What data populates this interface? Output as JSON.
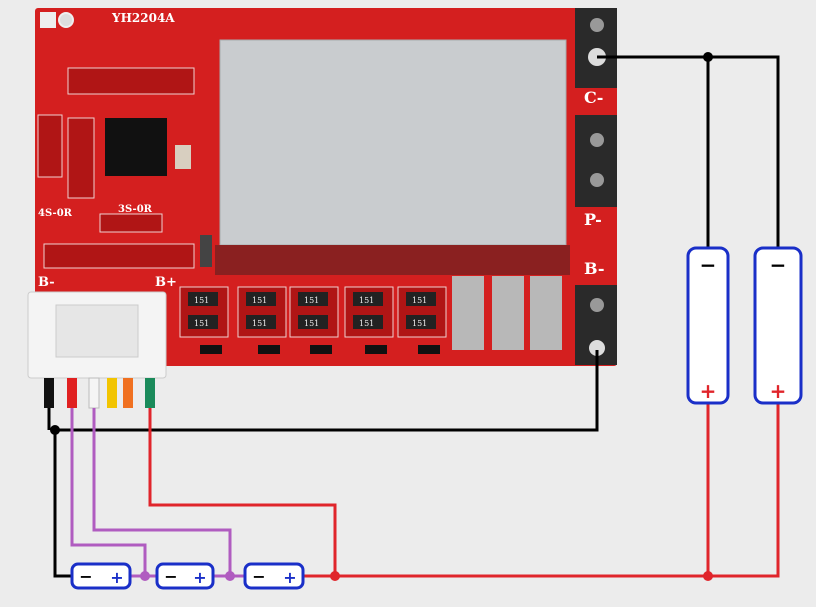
{
  "board": {
    "model": "YH2204A",
    "label_4s": "4S-0R",
    "label_3s": "3S-0R",
    "label_bminus": "B-",
    "label_bplus": "B+",
    "mosfet_marking": "151",
    "terminal_c": "C-",
    "terminal_p": "P-",
    "terminal_b": "B-"
  },
  "cells": {
    "minus": "−",
    "plus": "+"
  },
  "colors": {
    "board": "#d41f1f",
    "wire_black": "#000000",
    "wire_red": "#e0252b",
    "wire_purple": "#b05cc0",
    "cell_outline": "#1a2fc8"
  }
}
